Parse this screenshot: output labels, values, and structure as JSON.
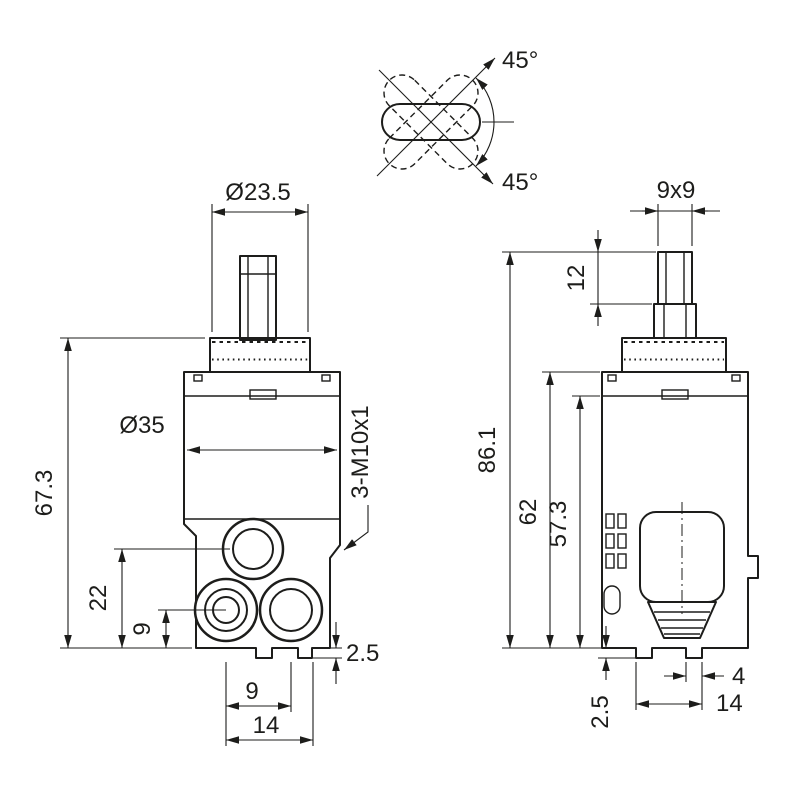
{
  "drawing": {
    "front_view": {
      "collar_diameter": "Ø23.5",
      "body_diameter": "Ø35",
      "overall_height": "67.3",
      "inlet_center_height": "22",
      "inlet_lower_height": "9",
      "foot_height": "2.5",
      "inlet_spacing": "9",
      "inlet_span": "14",
      "thread_callout": "3-M10x1"
    },
    "side_view": {
      "stem_square": "9x9",
      "stem_height": "12",
      "overall_height": "86.1",
      "upper_body_height": "62",
      "lower_body_height": "57.3",
      "foot_width": "4",
      "foot_span": "14",
      "foot_height": "2.5"
    },
    "rotation_detail": {
      "angle_up": "45°",
      "angle_down": "45°"
    }
  },
  "colors": {
    "background": "#ffffff",
    "ink": "#1d1d1b"
  }
}
